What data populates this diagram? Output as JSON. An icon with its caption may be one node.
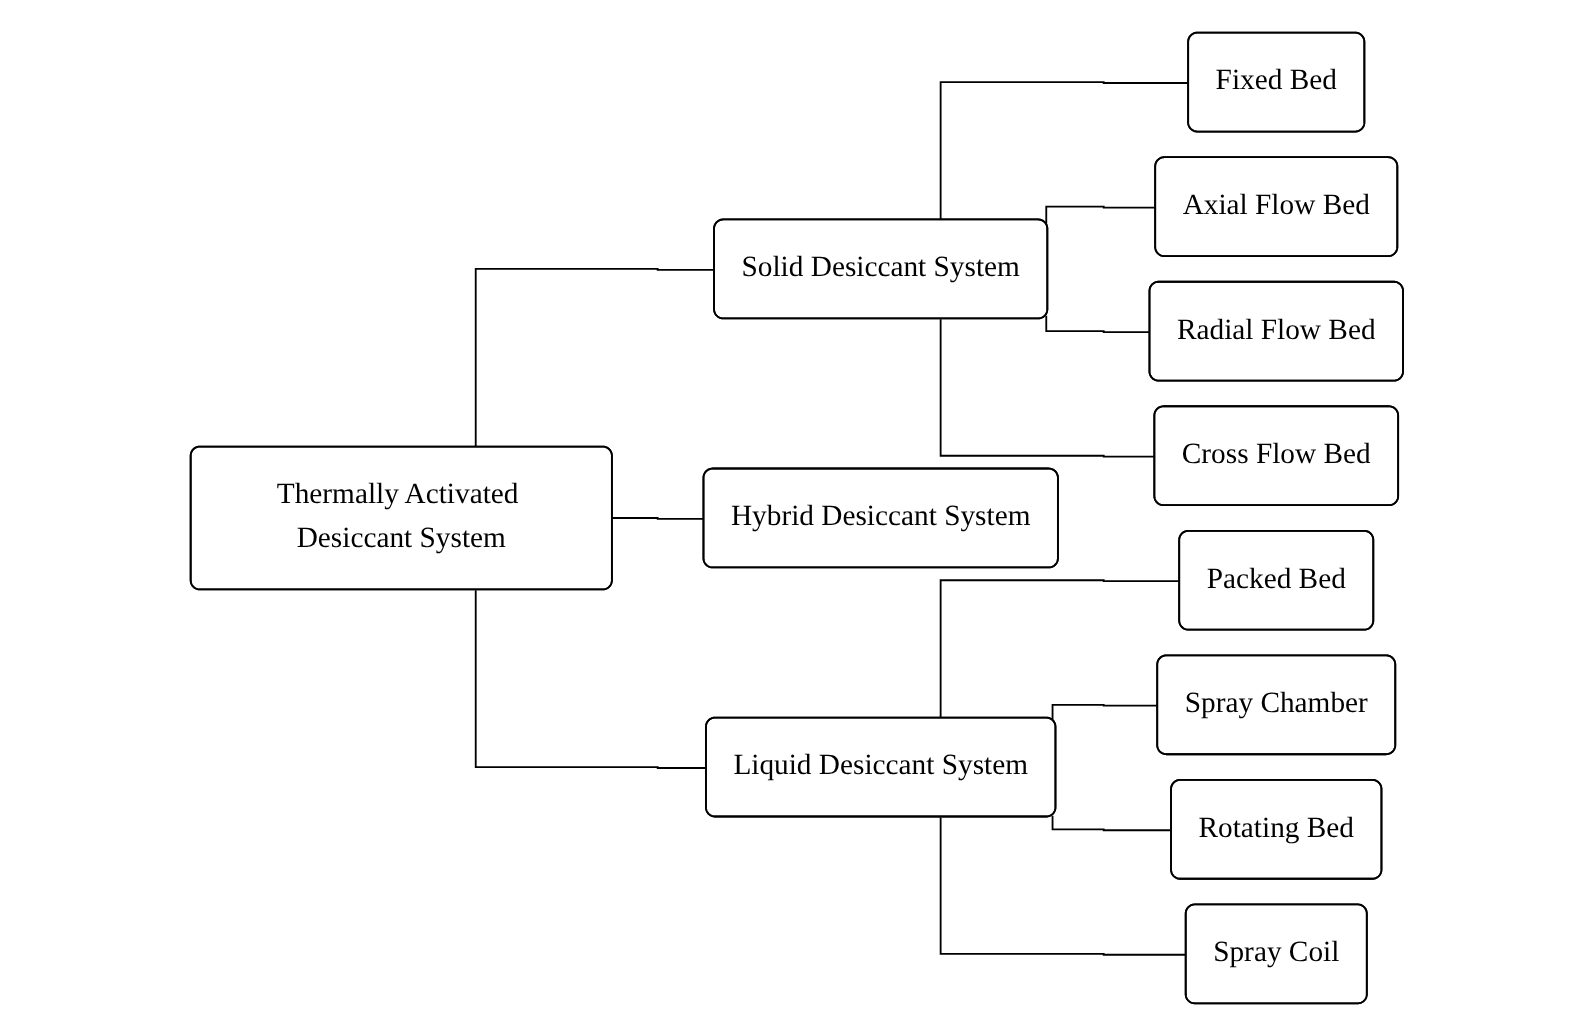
{
  "diagram": {
    "nodes": [
      {
        "text": [
          "Thermally Activated Desiccant System"
        ]
      },
      {
        "text": [
          "Solid Desiccant System"
        ]
      },
      {
        "text": [
          "Hybrid Desiccant System"
        ]
      },
      {
        "text": [
          "Liquid Desiccant System"
        ]
      },
      {
        "text": [
          "Fixed Bed"
        ]
      },
      {
        "text": [
          "Axial Flow Bed"
        ]
      },
      {
        "text": [
          "Radial Flow Bed"
        ]
      },
      {
        "text": [
          "Cross Flow Bed"
        ]
      },
      {
        "text": [
          "Packed Bed"
        ]
      },
      {
        "text": [
          "Spray Chamber"
        ]
      },
      {
        "text": [
          "Rotating Bed"
        ]
      },
      {
        "text": [
          "Spray Coil"
        ]
      }
    ],
    "edges": [
      {
        "from": 0,
        "to": 1,
        "arrow": "none"
      },
      {
        "from": 0,
        "to": 2,
        "arrow": "none"
      },
      {
        "from": 0,
        "to": 3,
        "arrow": "none"
      },
      {
        "from": 1,
        "to": 4,
        "arrow": "none"
      },
      {
        "from": 1,
        "to": 5,
        "arrow": "none"
      },
      {
        "from": 1,
        "to": 6,
        "arrow": "none"
      },
      {
        "from": 1,
        "to": 7,
        "arrow": "none"
      },
      {
        "from": 3,
        "to": 8,
        "arrow": "none"
      },
      {
        "from": 3,
        "to": 9,
        "arrow": "none"
      },
      {
        "from": 3,
        "to": 10,
        "arrow": "none"
      },
      {
        "from": 3,
        "to": 11,
        "arrow": "none"
      }
    ]
  }
}
